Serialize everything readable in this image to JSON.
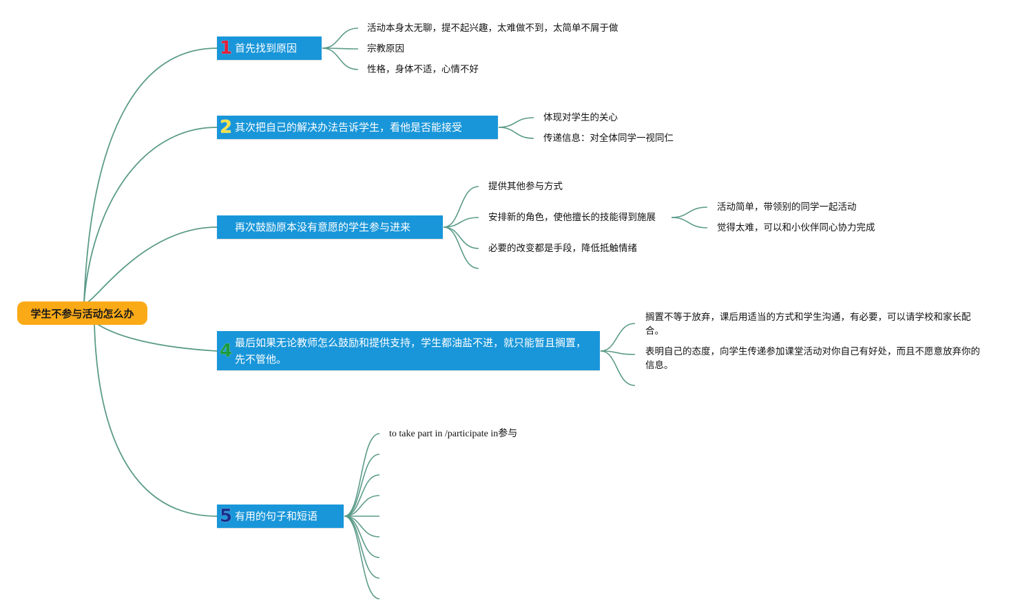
{
  "root": {
    "label": "学生不参与活动怎么办"
  },
  "colors": {
    "root": "#fbaa17",
    "branch": "#1996d9",
    "line": "#5a9a88"
  },
  "branches": [
    {
      "num": "1",
      "num_color": "#e2213b",
      "label": "首先找到原因",
      "children": [
        "活动本身太无聊，提不起兴趣，太难做不到，太简单不屑于做",
        "宗教原因",
        "性格，身体不适，心情不好"
      ]
    },
    {
      "num": "2",
      "num_color": "#f5e24a",
      "label": "其次把自己的解决办法告诉学生，看他是否能接受",
      "children": [
        "体现对学生的关心",
        "传递信息：对全体同学一视同仁"
      ]
    },
    {
      "num": "",
      "num_color": "#1996d9",
      "label": "再次鼓励原本没有意愿的学生参与进来",
      "children": [
        "提供其他参与方式",
        "安排新的角色，使他擅长的技能得到施展",
        "必要的改变都是手段，降低抵触情绪",
        ""
      ],
      "sub_children": [
        "活动简单，带领别的同学一起活动",
        "觉得太难，可以和小伙伴同心协力完成"
      ]
    },
    {
      "num": "4",
      "num_color": "#1c9c3c",
      "label": "最后如果无论教师怎么鼓励和提供支持，学生都油盐不进，就只能暂且搁置，先不管他。",
      "children": [
        "搁置不等于放弃，课后用适当的方式和学生沟通，有必要，可以请学校和家长配合。",
        "表明自己的态度，向学生传递参加课堂活动对你自己有好处，而且不愿意放弃你的信息。",
        ""
      ]
    },
    {
      "num": "5",
      "num_color": "#1a2f8c",
      "label": "有用的句子和短语",
      "children": [
        "to take part in /participate in参与",
        "",
        "",
        "",
        "",
        "",
        "",
        "",
        ""
      ]
    }
  ]
}
